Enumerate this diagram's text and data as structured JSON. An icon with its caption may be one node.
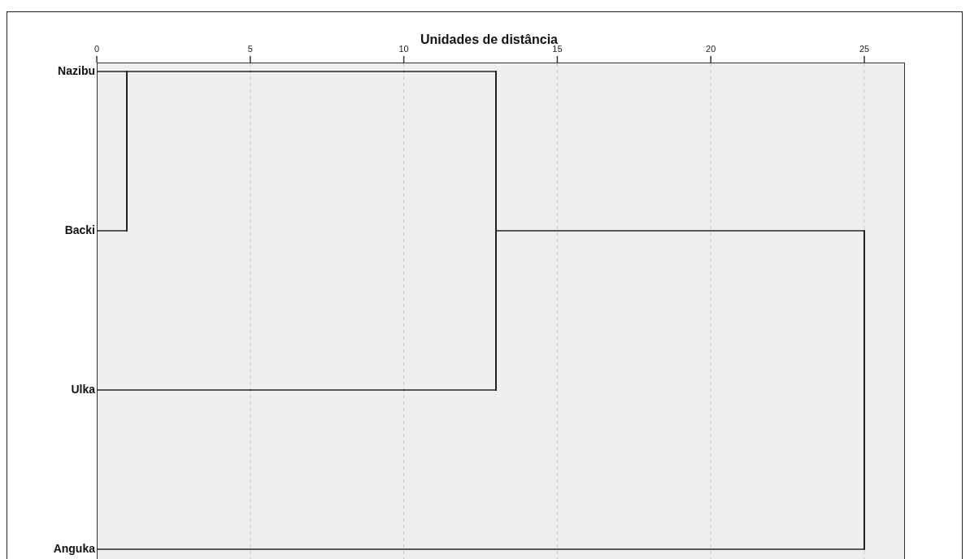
{
  "diagram": {
    "title": "Unidades de distância",
    "nodes": [
      {
        "text": [
          "Nazibu"
        ]
      },
      {
        "text": [
          "Backi"
        ]
      },
      {
        "text": [
          "Ulka"
        ]
      },
      {
        "text": [
          "Anguka"
        ]
      },
      {
        "text": [],
        "shape": "bar"
      },
      {
        "text": [],
        "shape": "bar"
      },
      {
        "text": [],
        "shape": "bar"
      }
    ],
    "edges": [
      {
        "from": 0,
        "to": 4,
        "arrow": "none"
      },
      {
        "from": 1,
        "to": 4,
        "arrow": "none"
      },
      {
        "from": 4,
        "to": 5,
        "arrow": "none"
      },
      {
        "from": 2,
        "to": 5,
        "arrow": "none"
      },
      {
        "from": 5,
        "to": 6,
        "arrow": "none"
      },
      {
        "from": 3,
        "to": 6,
        "arrow": "none"
      }
    ],
    "labels": [
      "0",
      "5",
      "10",
      "15",
      "20",
      "25"
    ]
  }
}
